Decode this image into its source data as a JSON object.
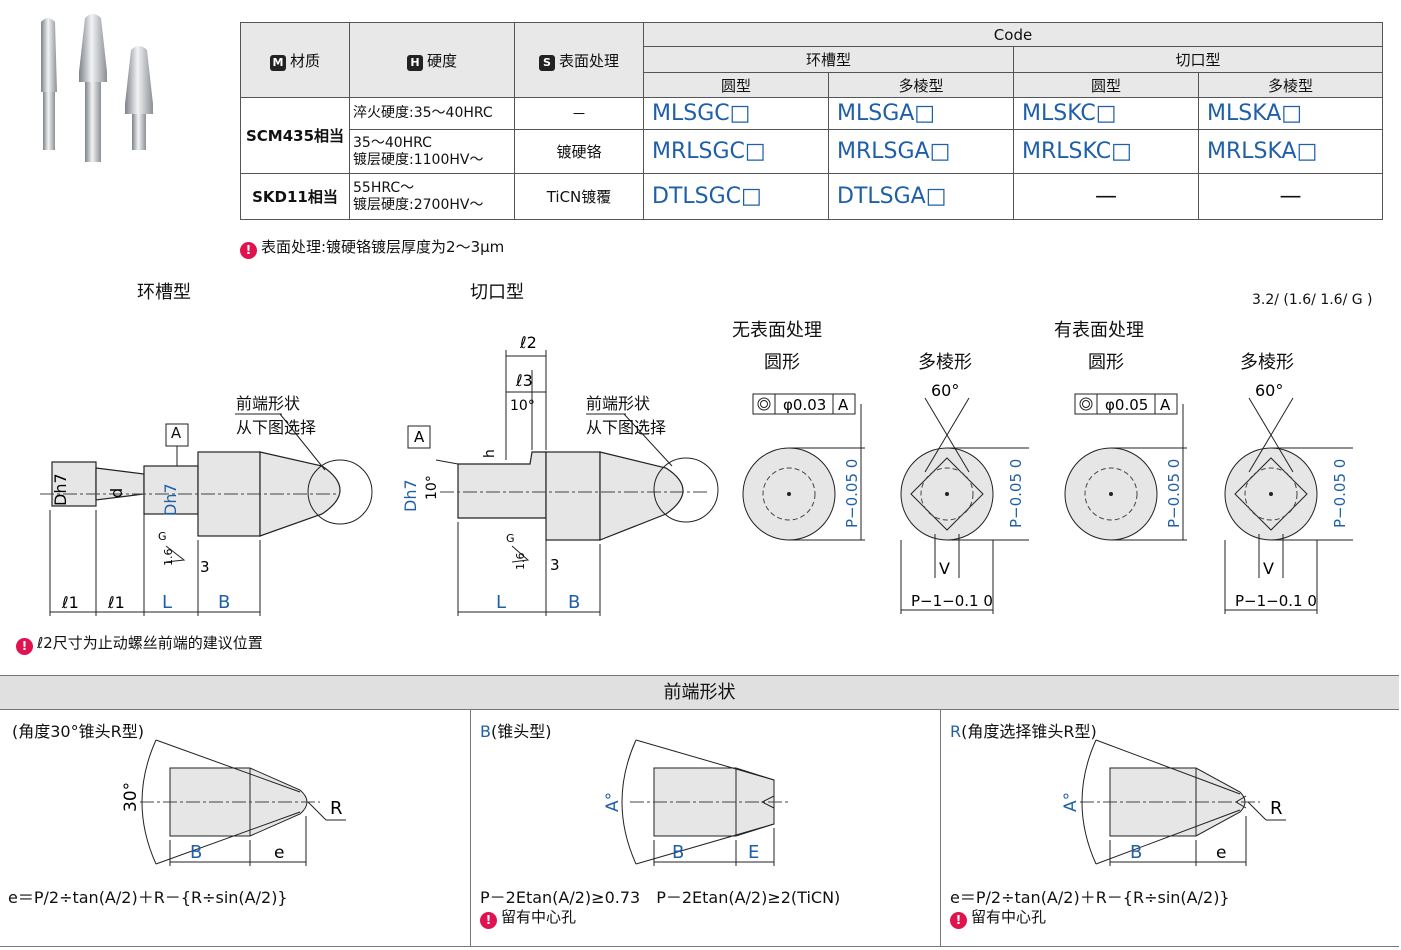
{
  "table": {
    "material_label": "材质",
    "hardness_label": "硬度",
    "surface_label": "表面处理",
    "key_m": "M",
    "key_h": "H",
    "key_s": "S",
    "code_label": "Code",
    "groove_type": "环槽型",
    "cut_type": "切口型",
    "round": "圆型",
    "polygon": "多棱型",
    "rows": [
      {
        "material": "SCM435相当",
        "hardness": "淬火硬度:35～40HRC",
        "surface": "－",
        "codes": [
          "MLSGC□",
          "MLSGA□",
          "MLSKC□",
          "MLSKA□"
        ]
      },
      {
        "hardness": "35～40HRC\n镀层硬度:1100HV～",
        "surface": "镀硬铬",
        "codes": [
          "MRLSGC□",
          "MRLSGA□",
          "MRLSKC□",
          "MRLSKA□"
        ]
      },
      {
        "material": "SKD11相当",
        "hardness": "55HRC～\n镀层硬度:2700HV～",
        "surface": "TiCN镀覆",
        "codes": [
          "DTLSGC□",
          "DTLSGA□",
          "—",
          "—"
        ]
      }
    ]
  },
  "notes": {
    "surface_note": "表面处理:镀硬铬镀层厚度为2～3μm",
    "l2_note": "ℓ2尺寸为止动螺丝前端的建议位置"
  },
  "drawings": {
    "groove_title": "环槽型",
    "cut_title": "切口型",
    "tip_callout_1": "前端形状",
    "tip_callout_2": "从下图选择",
    "no_surface_title": "无表面处理",
    "with_surface_title": "有表面处理",
    "round_shape": "圆形",
    "poly_shape": "多棱形",
    "angle_60": "60°",
    "tol_003": "φ0.03",
    "tol_005": "φ0.05",
    "datum_a": "A",
    "roughness": "3.2/ (1.6/ 1.6/ G )",
    "labels": {
      "D_h7": "Dh7",
      "d": "d",
      "l1": "ℓ1",
      "l2": "ℓ2",
      "l3": "ℓ3",
      "L": "L",
      "B": "B",
      "h": "h",
      "V": "V",
      "G": "G",
      "n3": "3",
      "n16": "1.6",
      "deg10": "10°",
      "P_tol": "P−0.05 0",
      "P1_tol": "P−1−0.1 0"
    }
  },
  "tip_section": {
    "header": "前端形状",
    "panel1_title": "(角度30°锥头R型)",
    "panel1_formula": "e＝P/2÷tan(A/2)＋R－{R÷sin(A/2)}",
    "panel2_prefix": "B",
    "panel2_title": "(锥头型)",
    "panel2_formula": "P－2Etan(A/2)≥0.73　P－2Etan(A/2)≥2(TiCN)",
    "panel2_note": "留有中心孔",
    "panel3_prefix": "R",
    "panel3_title": "(角度选择锥头R型)",
    "panel3_formula": "e＝P/2÷tan(A/2)＋R－{R÷sin(A/2)}",
    "panel3_note": "留有中心孔",
    "labels": {
      "deg30": "30°",
      "degA": "A°",
      "R": "R",
      "B": "B",
      "e": "e",
      "E": "E"
    }
  },
  "colors": {
    "accent_blue": "#1f5fa8",
    "note_red": "#e0134f",
    "header_gray": "#e8e8e8"
  }
}
